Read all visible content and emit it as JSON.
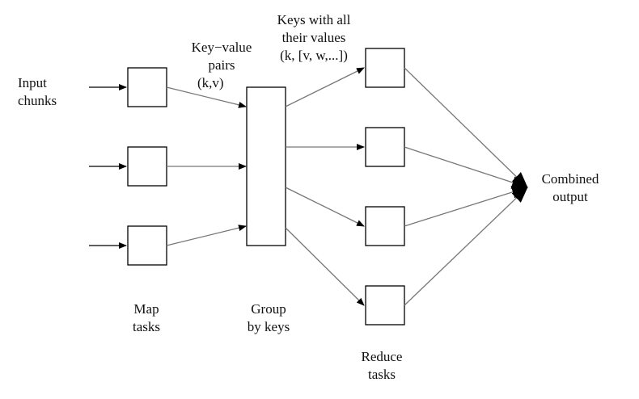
{
  "labels": {
    "input_line1": "Input",
    "input_line2": "chunks",
    "kv_line1": "Key−value",
    "kv_line2": "pairs",
    "kv_line3": "(k,v)",
    "keys_line1": "Keys with all",
    "keys_line2": "their values",
    "keys_line3": "(k, [v, w,...])",
    "map_line1": "Map",
    "map_line2": "tasks",
    "group_line1": "Group",
    "group_line2": "by keys",
    "reduce_line1": "Reduce",
    "reduce_line2": "tasks",
    "output_line1": "Combined",
    "output_line2": "output"
  }
}
